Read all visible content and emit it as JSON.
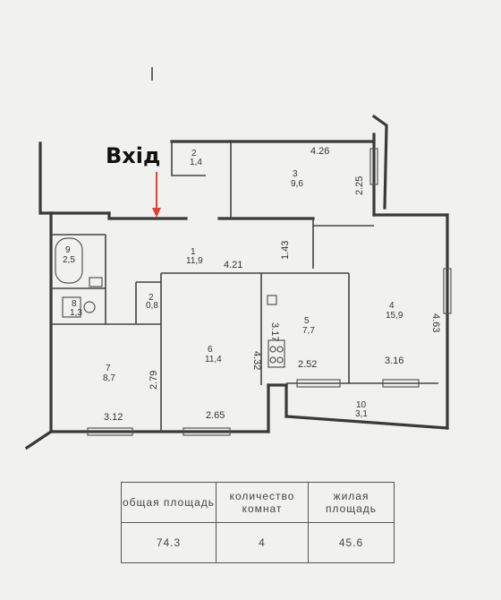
{
  "entry_label": "Вхід",
  "colors": {
    "wall": "#3a3a3a",
    "arrow": "#e8402a",
    "paper": "#f1f1ef"
  },
  "rooms": [
    {
      "number": "1",
      "area": "11,9"
    },
    {
      "number": "2",
      "area": "1,4"
    },
    {
      "number": "3",
      "area": "9,6"
    },
    {
      "number": "4",
      "area": "15,9"
    },
    {
      "number": "5",
      "area": "7,7"
    },
    {
      "number": "6",
      "area": "11,4"
    },
    {
      "number": "7",
      "area": "8,7"
    },
    {
      "number": "8",
      "area": "1,3"
    },
    {
      "number": "9",
      "area": "2,5"
    },
    {
      "number": "10",
      "area": "3,1"
    },
    {
      "number": "2",
      "area": "0,8"
    }
  ],
  "dimensions": [
    "4.26",
    "2.25",
    "4.21",
    "1.43",
    "4.63",
    "3.17",
    "4.32",
    "2.52",
    "3.16",
    "2.79",
    "3.12",
    "2.65"
  ],
  "summary": {
    "headers": [
      "общая площадь",
      "количество комнат",
      "жилая площадь"
    ],
    "values": [
      "74.3",
      "4",
      "45.6"
    ]
  }
}
